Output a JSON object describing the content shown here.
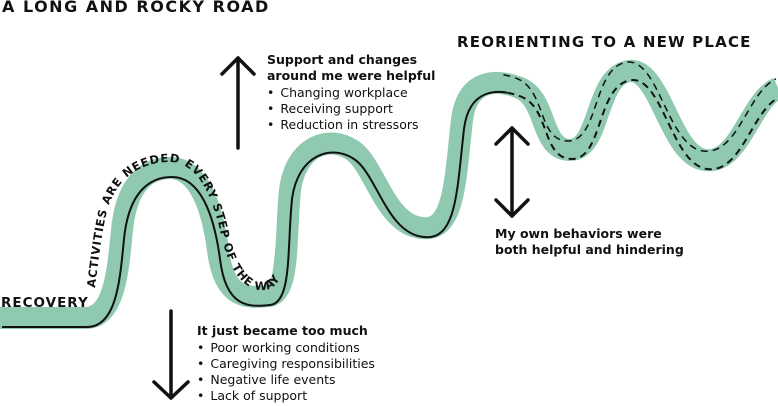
{
  "title": "A LONG AND ROCKY ROAD",
  "destination": "REORIENTING TO A NEW PLACE",
  "start": "RECOVERY",
  "road_text": "ACTIVITIES ARE NEEDED EVERY STEP OF THE WAY",
  "helpful": {
    "heading": "Support and changes around me were helpful",
    "items": [
      "Changing workplace",
      "Receiving support",
      "Reduction in stressors"
    ]
  },
  "hindering": {
    "heading": "It just became too much",
    "items": [
      "Poor working conditions",
      "Caregiving responsibilities",
      "Negative life events",
      "Lack of support"
    ]
  },
  "own": {
    "heading": "My own behaviors were both helpful and hindering"
  },
  "colors": {
    "road": "#8ec9b0",
    "ink": "#111111"
  },
  "icons": [
    "arrow-up-icon",
    "arrow-down-icon",
    "double-arrow-icon"
  ]
}
